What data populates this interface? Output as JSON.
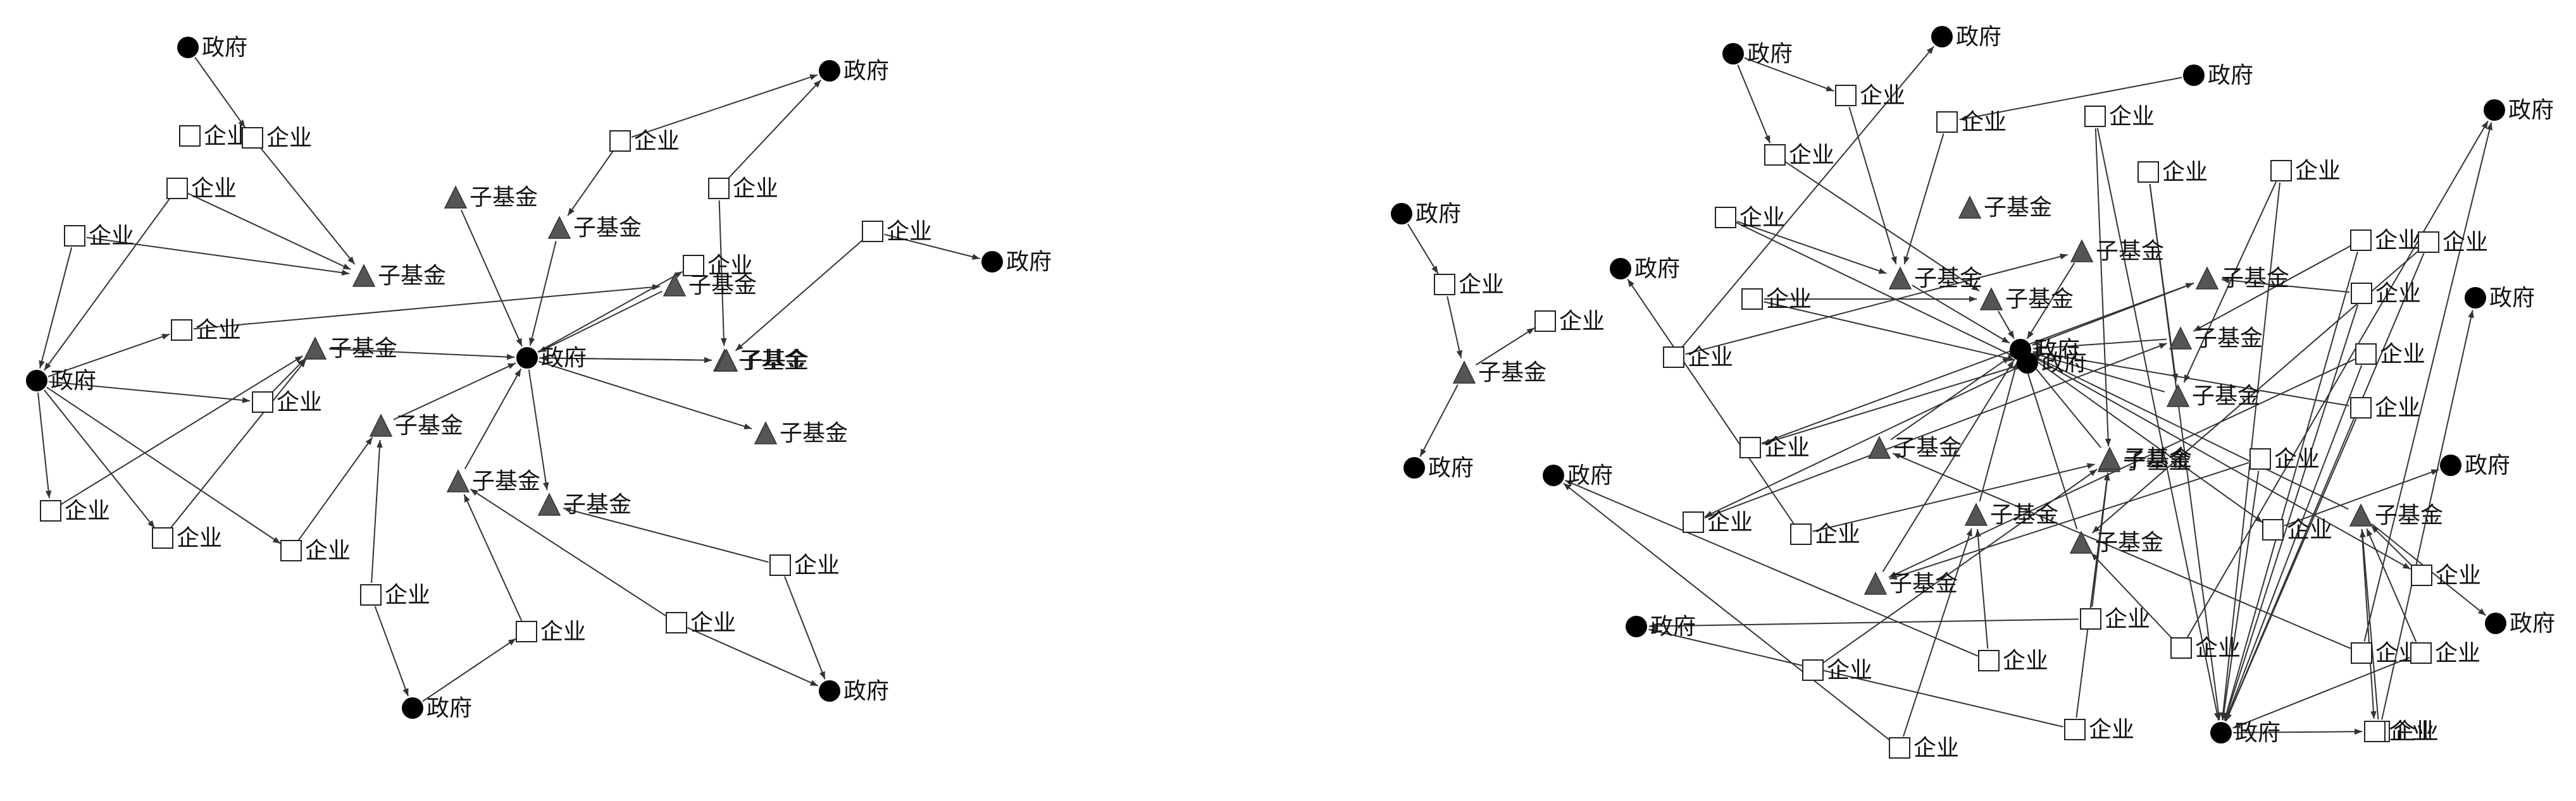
{
  "legend_labels": {
    "gov": "政府",
    "firm": "企业",
    "fund": "子基金"
  },
  "colors": {
    "gov_fill": "#000000",
    "fund_fill": "#555555",
    "firm_fill": "#ffffff",
    "line": "#333333"
  },
  "networks": [
    {
      "name": "left-network",
      "nodes": [
        {
          "id": "L1",
          "type": "gov",
          "label": "政府"
        },
        {
          "id": "L2",
          "type": "gov",
          "label": "政府"
        },
        {
          "id": "L3",
          "type": "gov",
          "label": "政府"
        },
        {
          "id": "L4",
          "type": "gov",
          "label": "政府"
        },
        {
          "id": "L5",
          "type": "gov",
          "label": "政府"
        },
        {
          "id": "L6",
          "type": "gov",
          "label": "政府"
        },
        {
          "id": "L7",
          "type": "gov",
          "label": "政府"
        },
        {
          "id": "L8",
          "type": "firm",
          "label": "企业"
        },
        {
          "id": "L9",
          "type": "firm",
          "label": "企业"
        },
        {
          "id": "L10",
          "type": "firm",
          "label": "企业"
        },
        {
          "id": "L11",
          "type": "firm",
          "label": "企业"
        },
        {
          "id": "L12",
          "type": "firm",
          "label": "企业"
        },
        {
          "id": "L13",
          "type": "firm",
          "label": "企业"
        },
        {
          "id": "L14",
          "type": "firm",
          "label": "企业"
        },
        {
          "id": "L15",
          "type": "firm",
          "label": "企业"
        },
        {
          "id": "L16",
          "type": "firm",
          "label": "企业"
        },
        {
          "id": "L17",
          "type": "firm",
          "label": "企业"
        },
        {
          "id": "L18",
          "type": "firm",
          "label": "企业"
        },
        {
          "id": "L19",
          "type": "firm",
          "label": "企业"
        },
        {
          "id": "L20",
          "type": "firm",
          "label": "企业"
        },
        {
          "id": "L21",
          "type": "firm",
          "label": "企业"
        },
        {
          "id": "L22",
          "type": "firm",
          "label": "企业"
        },
        {
          "id": "L23",
          "type": "firm",
          "label": "企业"
        },
        {
          "id": "L24",
          "type": "firm",
          "label": "企业"
        },
        {
          "id": "L25",
          "type": "fund",
          "label": "子基金"
        },
        {
          "id": "L26",
          "type": "fund",
          "label": "子基金"
        },
        {
          "id": "L27",
          "type": "fund",
          "label": "子基金"
        },
        {
          "id": "L28",
          "type": "fund",
          "label": "子基金"
        },
        {
          "id": "L29",
          "type": "fund",
          "label": "子基金"
        },
        {
          "id": "L30",
          "type": "fund",
          "label": "子基金"
        },
        {
          "id": "L31",
          "type": "fund",
          "label": "子基金"
        },
        {
          "id": "L32",
          "type": "fund",
          "label": "子基金"
        },
        {
          "id": "L33",
          "type": "fund",
          "label": "子基金"
        },
        {
          "id": "L34",
          "type": "fund",
          "label": "子基金"
        },
        {
          "id": "L35",
          "type": "fund",
          "label": "子基金"
        }
      ],
      "edges": [
        [
          "L1",
          "L9"
        ],
        [
          "L9",
          "L27"
        ],
        [
          "L10",
          "L27"
        ],
        [
          "L10",
          "L3"
        ],
        [
          "L11",
          "L3"
        ],
        [
          "L11",
          "L27"
        ],
        [
          "L3",
          "L12"
        ],
        [
          "L12",
          "L29"
        ],
        [
          "L29",
          "L2"
        ],
        [
          "L3",
          "L13"
        ],
        [
          "L13",
          "L28"
        ],
        [
          "L28",
          "L2"
        ],
        [
          "L3",
          "L14"
        ],
        [
          "L3",
          "L15"
        ],
        [
          "L3",
          "L16"
        ],
        [
          "L14",
          "L28"
        ],
        [
          "L15",
          "L28"
        ],
        [
          "L16",
          "L30"
        ],
        [
          "L30",
          "L2"
        ],
        [
          "L25",
          "L2"
        ],
        [
          "L26",
          "L2"
        ],
        [
          "L17",
          "L26"
        ],
        [
          "L17",
          "L4"
        ],
        [
          "L18",
          "L4"
        ],
        [
          "L18",
          "L31"
        ],
        [
          "L31",
          "L2"
        ],
        [
          "L19",
          "L31"
        ],
        [
          "L19",
          "L5"
        ],
        [
          "L20",
          "L30"
        ],
        [
          "L20",
          "L6"
        ],
        [
          "L6",
          "L21"
        ],
        [
          "L21",
          "L33"
        ],
        [
          "L33",
          "L2"
        ],
        [
          "L2",
          "L32"
        ],
        [
          "L2",
          "L34"
        ],
        [
          "L2",
          "L35"
        ],
        [
          "L22",
          "L33"
        ],
        [
          "L22",
          "L7"
        ],
        [
          "L23",
          "L35"
        ],
        [
          "L23",
          "L7"
        ],
        [
          "L2",
          "L24"
        ]
      ]
    },
    {
      "name": "small-network",
      "nodes": [
        {
          "id": "M1",
          "type": "gov",
          "label": "政府"
        },
        {
          "id": "M2",
          "type": "gov",
          "label": "政府"
        },
        {
          "id": "M3",
          "type": "firm",
          "label": "企业"
        },
        {
          "id": "M4",
          "type": "firm",
          "label": "企业"
        },
        {
          "id": "M5",
          "type": "fund",
          "label": "子基金"
        }
      ],
      "edges": [
        [
          "M1",
          "M3"
        ],
        [
          "M3",
          "M5"
        ],
        [
          "M5",
          "M4"
        ],
        [
          "M5",
          "M2"
        ]
      ]
    },
    {
      "name": "right-network",
      "nodes": [
        {
          "id": "R1",
          "type": "gov",
          "label": "政府"
        },
        {
          "id": "R2",
          "type": "gov",
          "label": "政府"
        },
        {
          "id": "R3",
          "type": "gov",
          "label": "政府"
        },
        {
          "id": "R4",
          "type": "gov",
          "label": "政府"
        },
        {
          "id": "R5",
          "type": "gov",
          "label": "政府"
        },
        {
          "id": "R6",
          "type": "gov",
          "label": "政府"
        },
        {
          "id": "R7",
          "type": "gov",
          "label": "政府"
        },
        {
          "id": "R8",
          "type": "gov",
          "label": "政府"
        },
        {
          "id": "R9",
          "type": "gov",
          "label": "政府"
        },
        {
          "id": "R10",
          "type": "gov",
          "label": "政府"
        },
        {
          "id": "R11",
          "type": "gov",
          "label": "政府"
        },
        {
          "id": "R12",
          "type": "gov",
          "label": "政府"
        },
        {
          "id": "R13",
          "type": "gov",
          "label": "政府"
        },
        {
          "id": "R14",
          "type": "firm",
          "label": "企业"
        },
        {
          "id": "R15",
          "type": "firm",
          "label": "企业"
        },
        {
          "id": "R16",
          "type": "firm",
          "label": "企业"
        },
        {
          "id": "R17",
          "type": "firm",
          "label": "企业"
        },
        {
          "id": "R18",
          "type": "firm",
          "label": "企业"
        },
        {
          "id": "R19",
          "type": "firm",
          "label": "企业"
        },
        {
          "id": "R20",
          "type": "firm",
          "label": "企业"
        },
        {
          "id": "R21",
          "type": "firm",
          "label": "企业"
        },
        {
          "id": "R22",
          "type": "firm",
          "label": "企业"
        },
        {
          "id": "R23",
          "type": "firm",
          "label": "企业"
        },
        {
          "id": "R24",
          "type": "firm",
          "label": "企业"
        },
        {
          "id": "R25",
          "type": "firm",
          "label": "企业"
        },
        {
          "id": "R26",
          "type": "firm",
          "label": "企业"
        },
        {
          "id": "R27",
          "type": "firm",
          "label": "企业"
        },
        {
          "id": "R28",
          "type": "firm",
          "label": "企业"
        },
        {
          "id": "R29",
          "type": "firm",
          "label": "企业"
        },
        {
          "id": "R30",
          "type": "firm",
          "label": "企业"
        },
        {
          "id": "R31",
          "type": "firm",
          "label": "企业"
        },
        {
          "id": "R32",
          "type": "firm",
          "label": "企业"
        },
        {
          "id": "R33",
          "type": "firm",
          "label": "企业"
        },
        {
          "id": "R34",
          "type": "firm",
          "label": "企业"
        },
        {
          "id": "R35",
          "type": "firm",
          "label": "企业"
        },
        {
          "id": "R36",
          "type": "firm",
          "label": "企业"
        },
        {
          "id": "R37",
          "type": "firm",
          "label": "企业"
        },
        {
          "id": "R38",
          "type": "firm",
          "label": "企业"
        },
        {
          "id": "R39",
          "type": "firm",
          "label": "企业"
        },
        {
          "id": "R40",
          "type": "firm",
          "label": "企业"
        },
        {
          "id": "R41",
          "type": "firm",
          "label": "企业"
        },
        {
          "id": "R42",
          "type": "firm",
          "label": "企业"
        },
        {
          "id": "R43",
          "type": "firm",
          "label": "企业"
        },
        {
          "id": "R44",
          "type": "fund",
          "label": "子基金"
        },
        {
          "id": "R45",
          "type": "fund",
          "label": "子基金"
        },
        {
          "id": "R46",
          "type": "fund",
          "label": "子基金"
        },
        {
          "id": "R47",
          "type": "fund",
          "label": "子基金"
        },
        {
          "id": "R48",
          "type": "fund",
          "label": "子基金"
        },
        {
          "id": "R49",
          "type": "fund",
          "label": "子基金"
        },
        {
          "id": "R50",
          "type": "fund",
          "label": "子基金"
        },
        {
          "id": "R51",
          "type": "fund",
          "label": "子基金"
        },
        {
          "id": "R52",
          "type": "fund",
          "label": "子基金"
        },
        {
          "id": "R53",
          "type": "fund",
          "label": "子基金"
        },
        {
          "id": "R54",
          "type": "fund",
          "label": "子基金"
        },
        {
          "id": "R55",
          "type": "fund",
          "label": "子基金"
        },
        {
          "id": "R56",
          "type": "fund",
          "label": "子基金"
        },
        {
          "id": "R57",
          "type": "fund",
          "label": "子基金"
        }
      ],
      "edges": [
        [
          "R1",
          "R14"
        ],
        [
          "R14",
          "R45"
        ],
        [
          "R1",
          "R16"
        ],
        [
          "R16",
          "R46"
        ],
        [
          "R2",
          "R15"
        ],
        [
          "R15",
          "R45"
        ],
        [
          "R17",
          "R45"
        ],
        [
          "R17",
          "R4"
        ],
        [
          "R18",
          "R46"
        ],
        [
          "R18",
          "R4"
        ],
        [
          "R19",
          "R47"
        ],
        [
          "R19",
          "R5"
        ],
        [
          "R4",
          "R20"
        ],
        [
          "R20",
          "R48"
        ],
        [
          "R4",
          "R21"
        ],
        [
          "R21",
          "R49"
        ],
        [
          "R45",
          "R10"
        ],
        [
          "R46",
          "R10"
        ],
        [
          "R47",
          "R10"
        ],
        [
          "R48",
          "R10"
        ],
        [
          "R49",
          "R10"
        ],
        [
          "R50",
          "R10"
        ],
        [
          "R52",
          "R10"
        ],
        [
          "R53",
          "R10"
        ],
        [
          "R54",
          "R10"
        ],
        [
          "R55",
          "R10"
        ],
        [
          "R56",
          "R10"
        ],
        [
          "R57",
          "R10"
        ],
        [
          "R22",
          "R51"
        ],
        [
          "R22",
          "R3"
        ],
        [
          "R23",
          "R51"
        ],
        [
          "R24",
          "R52"
        ],
        [
          "R24",
          "R6"
        ],
        [
          "R25",
          "R52"
        ],
        [
          "R25",
          "R6"
        ],
        [
          "R26",
          "R53"
        ],
        [
          "R26",
          "R7"
        ],
        [
          "R27",
          "R53"
        ],
        [
          "R27",
          "R7"
        ],
        [
          "R28",
          "R54"
        ],
        [
          "R28",
          "R8"
        ],
        [
          "R29",
          "R55"
        ],
        [
          "R29",
          "R8"
        ],
        [
          "R10",
          "R30"
        ],
        [
          "R10",
          "R31"
        ],
        [
          "R30",
          "R9"
        ],
        [
          "R31",
          "R56"
        ],
        [
          "R56",
          "R11"
        ],
        [
          "R32",
          "R10"
        ],
        [
          "R32",
          "R13"
        ],
        [
          "R33",
          "R57"
        ],
        [
          "R33",
          "R13"
        ],
        [
          "R34",
          "R57"
        ],
        [
          "R34",
          "R13"
        ],
        [
          "R35",
          "R48"
        ],
        [
          "R35",
          "R13"
        ],
        [
          "R36",
          "R49"
        ],
        [
          "R36",
          "R13"
        ],
        [
          "R37",
          "R50"
        ],
        [
          "R37",
          "R13"
        ],
        [
          "R38",
          "R50"
        ],
        [
          "R38",
          "R13"
        ],
        [
          "R39",
          "R51"
        ],
        [
          "R39",
          "R13"
        ],
        [
          "R40",
          "R54"
        ],
        [
          "R40",
          "R13"
        ],
        [
          "R41",
          "R56"
        ],
        [
          "R41",
          "R13"
        ],
        [
          "R42",
          "R56"
        ],
        [
          "R42",
          "R12"
        ],
        [
          "R13",
          "R43"
        ],
        [
          "R56",
          "R43"
        ]
      ]
    }
  ]
}
